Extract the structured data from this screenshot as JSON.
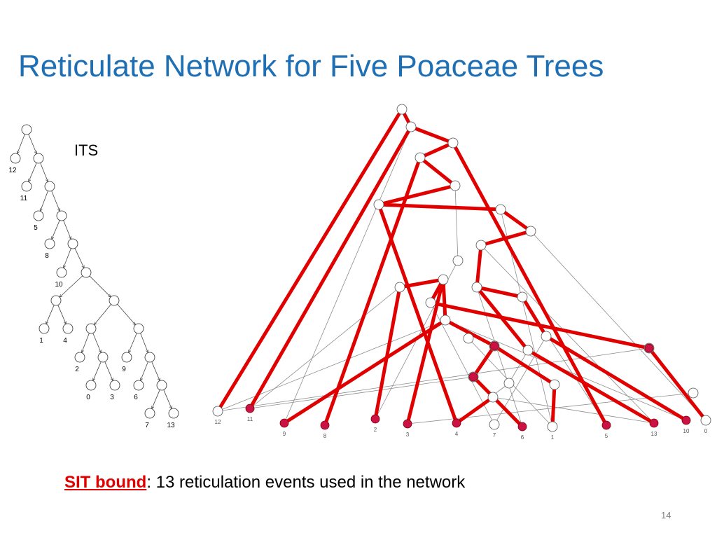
{
  "slide": {
    "title": "Reticulate Network for Five Poaceae Trees",
    "tree_name": "ITS",
    "caption_highlight": "SIT bound",
    "caption_rest": ": 13 reticulation events used in the network",
    "page_number": "14"
  },
  "tree_leaves": [
    "12",
    "11",
    "5",
    "8",
    "10",
    "1",
    "4",
    "2",
    "9",
    "0",
    "3",
    "6",
    "7",
    "13"
  ],
  "network_leaves": [
    "12",
    "11",
    "9",
    "8",
    "2",
    "3",
    "4",
    "7",
    "6",
    "1",
    "5",
    "13",
    "10",
    "0"
  ],
  "colors": {
    "title": "#1f6fb5",
    "highlight_edge": "#e00000",
    "reticulation_node": "#cc1144",
    "thin_edge": "#8c8c8c"
  }
}
